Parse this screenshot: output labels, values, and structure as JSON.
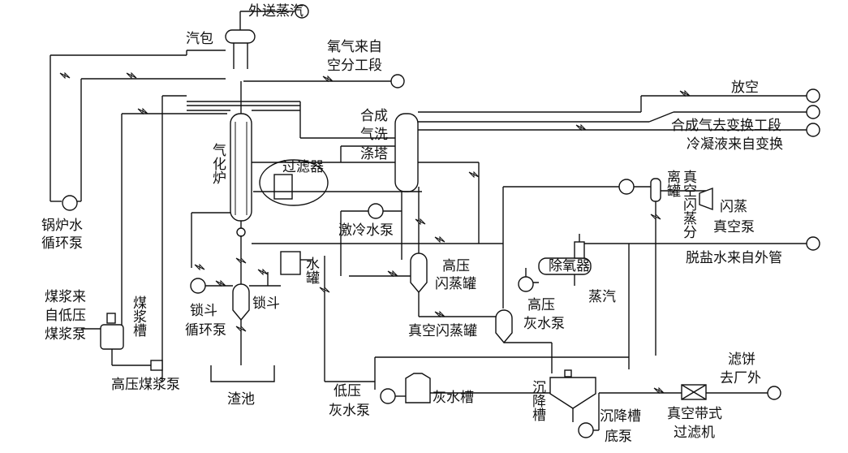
{
  "labels": {
    "drum": "汽包",
    "export_steam": "外送蒸汽",
    "oxygen_1": "氧气来自",
    "oxygen_2": "空分工段",
    "gasifier": "气化炉",
    "boiler_pump_1": "锅炉水",
    "boiler_pump_2": "循环泵",
    "syngas_1": "合成",
    "syngas_2": "气洗",
    "syngas_3": "涤塔",
    "filter": "过滤器",
    "vent": "放空",
    "syngas_out": "合成气去变换工段",
    "condensate": "冷凝液来自变换",
    "vacuum_sep": "真空闪蒸分离罐",
    "flash_vac_pump_1": "闪蒸",
    "flash_vac_pump_2": "真空泵",
    "quench_pump": "激冷水泵",
    "water_tank": "水罐",
    "hp_flash_1": "高压",
    "hp_flash_2": "闪蒸罐",
    "deaerator": "除氧器",
    "demin_water": "脱盐水来自外管",
    "slurry_from_1": "煤浆来",
    "slurry_from_2": "自低压",
    "slurry_from_3": "煤浆泵",
    "slurry_tank": "煤浆槽",
    "lockhopper": "锁斗",
    "lockhopper_pump_1": "锁斗",
    "lockhopper_pump_2": "循环泵",
    "steam": "蒸汽",
    "hp_greywater_1": "高压",
    "hp_greywater_2": "灰水泵",
    "vac_flash": "真空闪蒸罐",
    "hp_slurry_pump": "高压煤浆泵",
    "slag_pit": "渣池",
    "lp_greywater_1": "低压",
    "lp_greywater_2": "灰水泵",
    "greywater_tank": "灰水槽",
    "settler": "沉降槽",
    "settler_pump_1": "沉降槽",
    "settler_pump_2": "底泵",
    "filter_cake_1": "滤饼",
    "filter_cake_2": "去厂外",
    "belt_filter_1": "真空带式",
    "belt_filter_2": "过滤机"
  }
}
